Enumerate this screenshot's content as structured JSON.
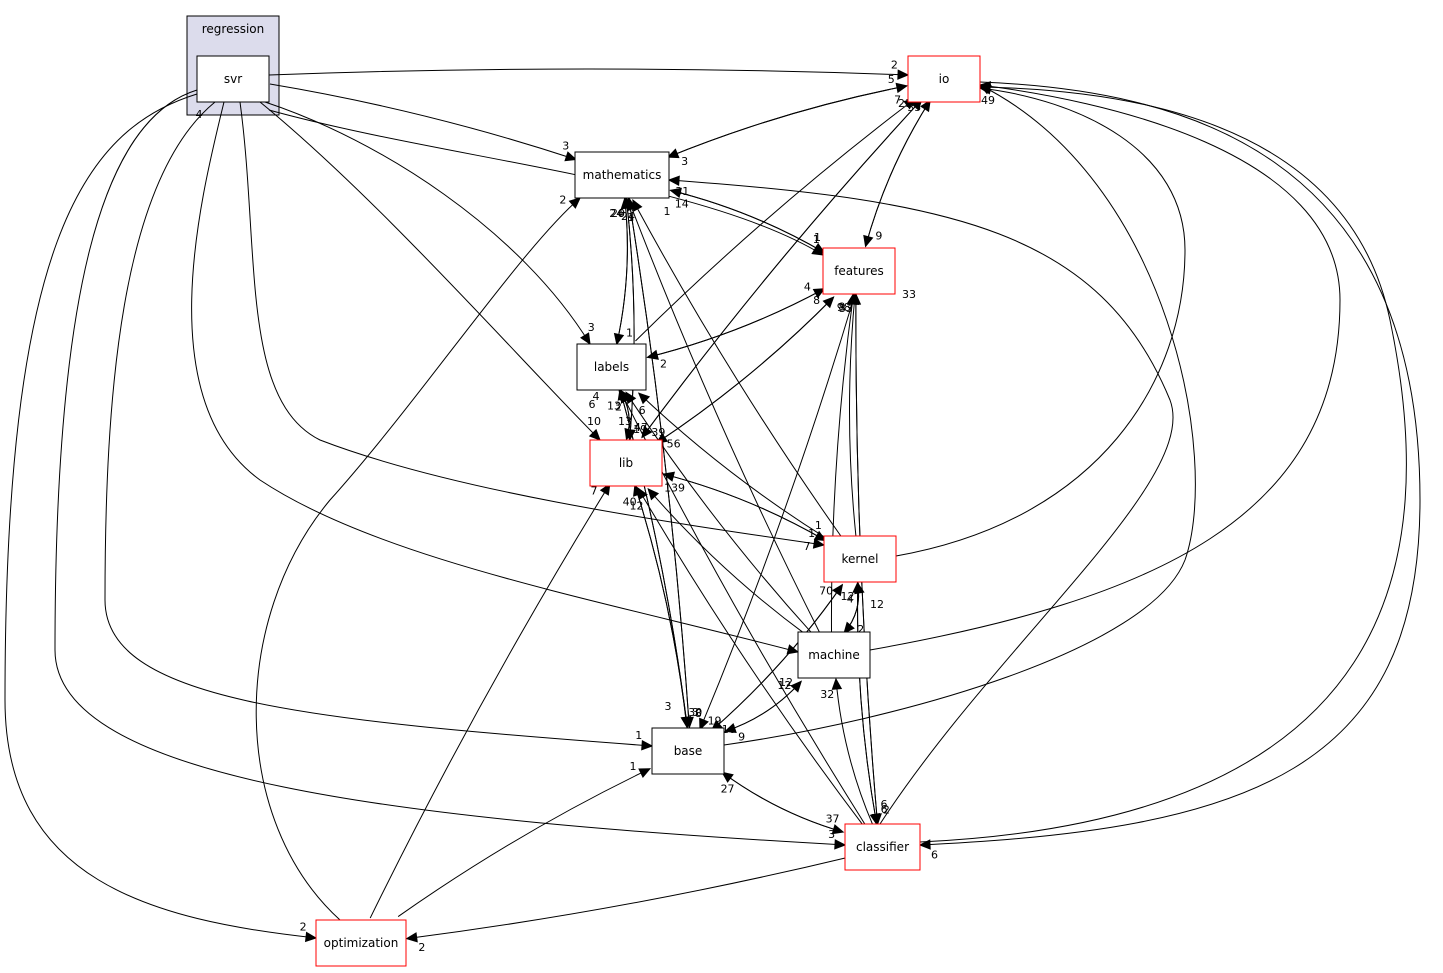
{
  "cluster": {
    "label": "regression"
  },
  "nodes": [
    {
      "id": "svr",
      "label": "svr",
      "style": "current"
    },
    {
      "id": "io",
      "label": "io",
      "style": "red"
    },
    {
      "id": "mathematics",
      "label": "mathematics",
      "style": "black"
    },
    {
      "id": "features",
      "label": "features",
      "style": "red"
    },
    {
      "id": "labels",
      "label": "labels",
      "style": "black"
    },
    {
      "id": "lib",
      "label": "lib",
      "style": "red"
    },
    {
      "id": "kernel",
      "label": "kernel",
      "style": "red"
    },
    {
      "id": "machine",
      "label": "machine",
      "style": "black"
    },
    {
      "id": "base",
      "label": "base",
      "style": "black"
    },
    {
      "id": "classifier",
      "label": "classifier",
      "style": "red"
    },
    {
      "id": "optimization",
      "label": "optimization",
      "style": "red"
    }
  ],
  "edges": [
    {
      "from": "svr",
      "to": "io",
      "label": "2"
    },
    {
      "from": "svr",
      "to": "mathematics",
      "label": "3"
    },
    {
      "from": "svr",
      "to": "features",
      "label": "1"
    },
    {
      "from": "svr",
      "to": "labels",
      "label": "3"
    },
    {
      "from": "svr",
      "to": "lib",
      "label": ""
    },
    {
      "from": "svr",
      "to": "kernel",
      "label": "1"
    },
    {
      "from": "svr",
      "to": "machine",
      "label": ""
    },
    {
      "from": "svr",
      "to": "base",
      "label": "1"
    },
    {
      "from": "svr",
      "to": "classifier",
      "label": "3"
    },
    {
      "from": "svr",
      "to": "optimization",
      "label": "2"
    },
    {
      "from": "mathematics",
      "to": "io",
      "label": "5"
    },
    {
      "from": "io",
      "to": "mathematics",
      "label": "3"
    },
    {
      "from": "mathematics",
      "to": "features",
      "label": "1"
    },
    {
      "from": "features",
      "to": "mathematics",
      "label": "14"
    },
    {
      "from": "mathematics",
      "to": "labels",
      "label": "1"
    },
    {
      "from": "labels",
      "to": "mathematics",
      "label": "24"
    },
    {
      "from": "mathematics",
      "to": "lib",
      "label": "47"
    },
    {
      "from": "lib",
      "to": "mathematics",
      "label": "20"
    },
    {
      "from": "mathematics",
      "to": "base",
      "label": "8"
    },
    {
      "from": "base",
      "to": "mathematics",
      "label": "6"
    },
    {
      "from": "features",
      "to": "io",
      "label": "35"
    },
    {
      "from": "io",
      "to": "features",
      "label": "9"
    },
    {
      "from": "features",
      "to": "labels",
      "label": "2"
    },
    {
      "from": "labels",
      "to": "features",
      "label": "4"
    },
    {
      "from": "features",
      "to": "lib",
      "label": "56"
    },
    {
      "from": "lib",
      "to": "features",
      "label": "8"
    },
    {
      "from": "features",
      "to": "base",
      "label": "19"
    },
    {
      "from": "labels",
      "to": "io",
      "label": "7"
    },
    {
      "from": "labels",
      "to": "lib",
      "label": "19"
    },
    {
      "from": "lib",
      "to": "labels",
      "label": "2"
    },
    {
      "from": "labels",
      "to": "base",
      "label": "3"
    },
    {
      "from": "base",
      "to": "labels",
      "label": "13"
    },
    {
      "from": "lib",
      "to": "io",
      "label": "21"
    },
    {
      "from": "io",
      "to": "lib",
      "label": "39"
    },
    {
      "from": "lib",
      "to": "kernel",
      "label": "1"
    },
    {
      "from": "kernel",
      "to": "lib",
      "label": "139"
    },
    {
      "from": "lib",
      "to": "base",
      "label": "30"
    },
    {
      "from": "base",
      "to": "lib",
      "label": "40"
    },
    {
      "from": "kernel",
      "to": "io",
      "label": ""
    },
    {
      "from": "kernel",
      "to": "features",
      "label": "98"
    },
    {
      "from": "kernel",
      "to": "labels",
      "label": "6"
    },
    {
      "from": "kernel",
      "to": "mathematics",
      "label": "1"
    },
    {
      "from": "kernel",
      "to": "machine",
      "label": "2"
    },
    {
      "from": "machine",
      "to": "kernel",
      "label": "4"
    },
    {
      "from": "kernel",
      "to": "base",
      "label": "16"
    },
    {
      "from": "base",
      "to": "kernel",
      "label": "70"
    },
    {
      "from": "machine",
      "to": "io",
      "label": ""
    },
    {
      "from": "machine",
      "to": "features",
      "label": "8"
    },
    {
      "from": "machine",
      "to": "mathematics",
      "label": ""
    },
    {
      "from": "machine",
      "to": "labels",
      "label": ""
    },
    {
      "from": "machine",
      "to": "lib",
      "label": ""
    },
    {
      "from": "machine",
      "to": "base",
      "label": "9"
    },
    {
      "from": "base",
      "to": "machine",
      "label": "12"
    },
    {
      "from": "base",
      "to": "io",
      "label": "49"
    },
    {
      "from": "classifier",
      "to": "io",
      "label": ""
    },
    {
      "from": "io",
      "to": "classifier",
      "label": "6"
    },
    {
      "from": "classifier",
      "to": "features",
      "label": "33"
    },
    {
      "from": "features",
      "to": "classifier",
      "label": "2"
    },
    {
      "from": "classifier",
      "to": "mathematics",
      "label": "31"
    },
    {
      "from": "classifier",
      "to": "labels",
      "label": ""
    },
    {
      "from": "classifier",
      "to": "lib",
      "label": "12"
    },
    {
      "from": "classifier",
      "to": "kernel",
      "label": "12"
    },
    {
      "from": "kernel",
      "to": "classifier",
      "label": "6"
    },
    {
      "from": "classifier",
      "to": "machine",
      "label": "32"
    },
    {
      "from": "classifier",
      "to": "base",
      "label": "27"
    },
    {
      "from": "base",
      "to": "classifier",
      "label": "37"
    },
    {
      "from": "classifier",
      "to": "optimization",
      "label": "2"
    },
    {
      "from": "optimization",
      "to": "mathematics",
      "label": "2"
    },
    {
      "from": "optimization",
      "to": "lib",
      "label": "7"
    },
    {
      "from": "optimization",
      "to": "base",
      "label": "1"
    }
  ],
  "extra_labels": [
    "4",
    "33",
    "13",
    "10",
    "6",
    "4",
    "7",
    "1",
    "12",
    "6",
    "3",
    "12",
    "24"
  ],
  "colors": {
    "red_border": "#ff0000",
    "black_border": "#000000",
    "cluster_fill": "#dcdcec",
    "cluster_border": "#000000",
    "current_fill": "#eeeeff"
  }
}
